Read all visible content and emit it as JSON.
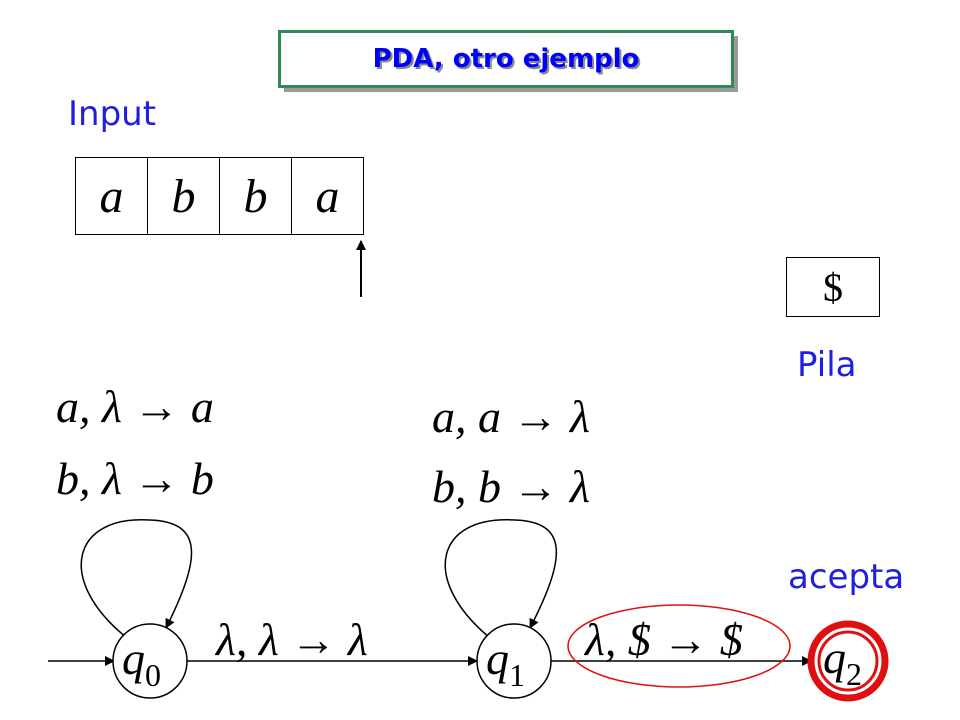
{
  "title": "PDA, otro ejemplo",
  "input_label": "Input",
  "input_tape": [
    "a",
    "b",
    "b",
    "a"
  ],
  "stack": {
    "label": "Pila",
    "contents": [
      "$"
    ]
  },
  "accept_label": "acepta",
  "states": [
    {
      "name": "q",
      "sub": "0"
    },
    {
      "name": "q",
      "sub": "1"
    },
    {
      "name": "q",
      "sub": "2"
    }
  ],
  "transitions": {
    "q0_loop": [
      "a, λ → a",
      "b, λ → b"
    ],
    "q1_loop": [
      "a, a → λ",
      "b, b → λ"
    ],
    "q0_to_q1": "λ, λ → λ",
    "q1_to_q2": "λ, $ → $"
  },
  "colors": {
    "title_text": "#0000ff",
    "title_border": "#2e8b57",
    "label_blue": "#1f1fe0",
    "accept_red": "#e01010",
    "highlight_red": "#e01010"
  }
}
